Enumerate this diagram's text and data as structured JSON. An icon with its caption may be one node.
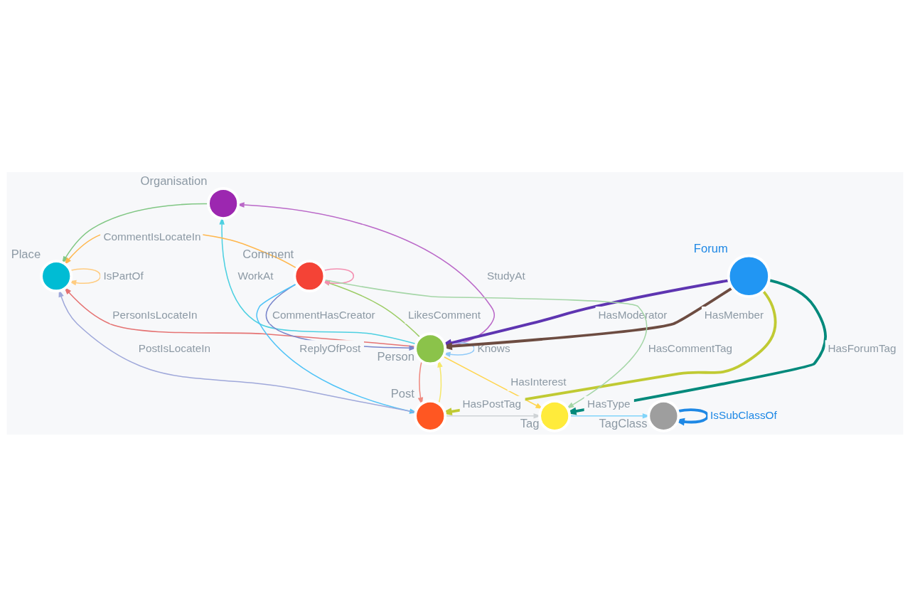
{
  "diagram": {
    "nodes": [
      {
        "text": [
          "Organisation"
        ]
      },
      {
        "text": [
          "Person"
        ]
      },
      {
        "text": [
          "Place"
        ]
      },
      {
        "text": [
          "Forum"
        ]
      },
      {
        "text": [
          "Comment"
        ]
      },
      {
        "text": [
          "TagClass"
        ]
      },
      {
        "text": [
          "Post"
        ]
      },
      {
        "text": [
          "Tag"
        ]
      }
    ],
    "edges": [
      {
        "from": 1,
        "to": 1,
        "arrow": "to",
        "label": "Knows",
        "color": "#90caf9"
      },
      {
        "from": 1,
        "to": 0,
        "arrow": "to",
        "label": "WorkAt",
        "color": "#4dd0e1"
      },
      {
        "from": 1,
        "to": 0,
        "arrow": "to",
        "label": "StudyAt",
        "color": "#ba68c8"
      },
      {
        "from": 0,
        "to": 2,
        "arrow": "to",
        "color": "#81c784"
      },
      {
        "from": 1,
        "to": 2,
        "arrow": "to",
        "label": "PersonIsLocateIn",
        "color": "#e57373"
      },
      {
        "from": 2,
        "to": 2,
        "arrow": "to",
        "label": "IsPartOf",
        "color": "#ffcc80"
      },
      {
        "from": 3,
        "to": 1,
        "arrow": "to",
        "label": "HasModerator",
        "style": "thick",
        "color": "#5e35b1"
      },
      {
        "from": 3,
        "to": 1,
        "arrow": "to",
        "label": "HasMember",
        "style": "thick",
        "color": "#6d4c41"
      },
      {
        "from": 4,
        "to": 1,
        "arrow": "to",
        "label": "CommentHasCreator",
        "color": "#7986cb"
      },
      {
        "from": 1,
        "to": 4,
        "arrow": "to",
        "label": "LikesComment",
        "color": "#9ccc65"
      },
      {
        "from": 1,
        "to": 7,
        "arrow": "to",
        "label": "HasInterest",
        "color": "#ffd54f"
      },
      {
        "from": 1,
        "to": 6,
        "arrow": "to",
        "color": "#ef8a80"
      },
      {
        "from": 6,
        "to": 1,
        "arrow": "to",
        "color": "#f5e76a"
      },
      {
        "from": 4,
        "to": 4,
        "arrow": "to",
        "color": "#f48fb1"
      },
      {
        "from": 4,
        "to": 2,
        "arrow": "to",
        "label": "CommentIsLocateIn",
        "color": "#ffb74d"
      },
      {
        "from": 4,
        "to": 7,
        "arrow": "to",
        "label": "HasCommentTag",
        "color": "#a5d6a7"
      },
      {
        "from": 4,
        "to": 6,
        "arrow": "to",
        "label": "ReplyOfPost",
        "color": "#4fc3f7"
      },
      {
        "from": 3,
        "to": 6,
        "arrow": "to",
        "style": "thick",
        "color": "#c0ca33"
      },
      {
        "from": 3,
        "to": 7,
        "arrow": "to",
        "label": "HasForumTag",
        "style": "thick",
        "color": "#00897b"
      },
      {
        "from": 7,
        "to": 5,
        "arrow": "to",
        "label": "HasType",
        "color": "#81d4fa"
      },
      {
        "from": 5,
        "to": 5,
        "arrow": "to",
        "label": "IsSubClassOf",
        "style": "thick",
        "color": "#1e88e5"
      },
      {
        "from": 6,
        "to": 7,
        "arrow": "to",
        "label": "HasPostTag",
        "color": "#cfd3d6"
      },
      {
        "from": 6,
        "to": 2,
        "arrow": "to",
        "label": "PostIsLocateIn",
        "color": "#9fa8da"
      }
    ]
  }
}
